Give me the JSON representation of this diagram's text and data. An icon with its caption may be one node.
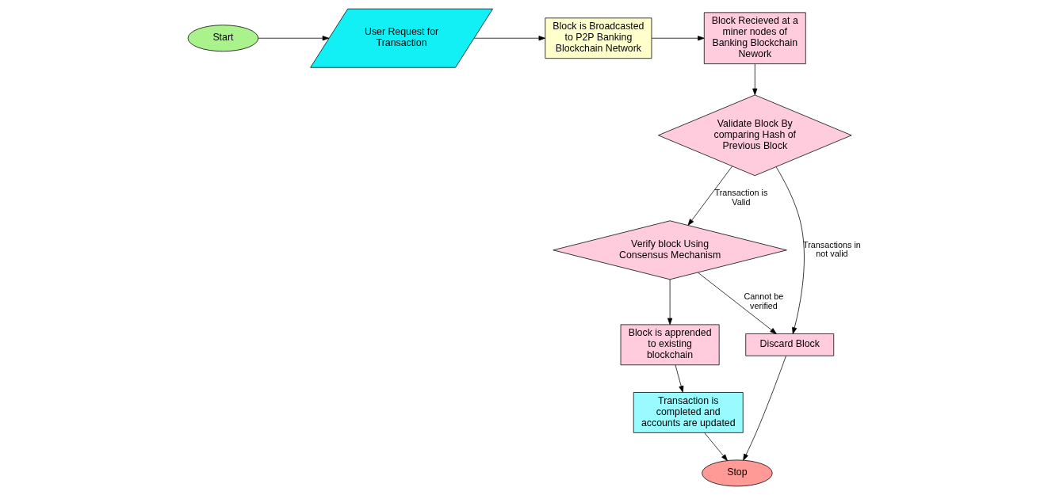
{
  "diagram": {
    "nodes": [
      {
        "text": [
          "Start"
        ]
      },
      {
        "text": [
          "User Request for Transaction"
        ]
      },
      {
        "text": [
          "Block is Broadcasted to P2P Banking Blockchain Network"
        ]
      },
      {
        "text": [
          "Block Recieved at a miner nodes of Banking Blockchain Nework"
        ]
      },
      {
        "text": [
          "Validate Block By comparing Hash of Previous Block"
        ]
      },
      {
        "text": [
          "Verify block Using Consensus Mechanism"
        ]
      },
      {
        "text": [
          "Block is apprended to existing blockchain"
        ]
      },
      {
        "text": [
          "Transaction is completed and accounts are updated"
        ]
      },
      {
        "text": [
          "Discard Block"
        ]
      },
      {
        "text": [
          "Stop"
        ]
      }
    ],
    "edges": [
      {
        "from": 0,
        "to": 1,
        "arrow": "to"
      },
      {
        "from": 1,
        "to": 2,
        "arrow": "to"
      },
      {
        "from": 2,
        "to": 3,
        "arrow": "to"
      },
      {
        "from": 3,
        "to": 4,
        "arrow": "to"
      },
      {
        "from": 4,
        "to": 5,
        "arrow": "to",
        "label": "Transaction is Valid"
      },
      {
        "from": 5,
        "to": 6,
        "arrow": "to"
      },
      {
        "from": 6,
        "to": 7,
        "arrow": "to"
      },
      {
        "from": 5,
        "to": 8,
        "arrow": "to",
        "label": "Cannot be verified"
      },
      {
        "from": 4,
        "to": 8,
        "arrow": "to",
        "label": "Transactions in not valid"
      },
      {
        "from": 7,
        "to": 9,
        "arrow": "to"
      },
      {
        "from": 8,
        "to": 9,
        "arrow": "to"
      }
    ]
  }
}
